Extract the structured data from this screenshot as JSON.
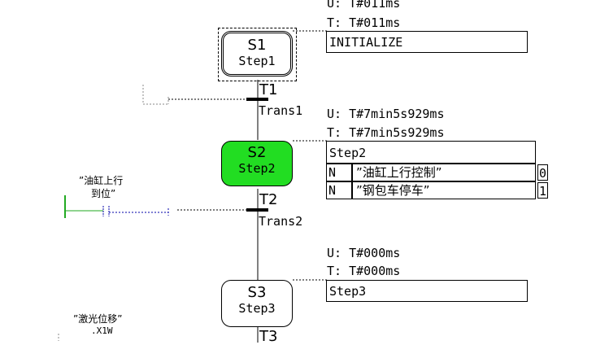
{
  "steps": [
    {
      "name": "S1",
      "label": "Step1",
      "times": {
        "u": "U: T#011ms",
        "t": "T: T#011ms"
      },
      "action_title": "INITIALIZE"
    },
    {
      "name": "S2",
      "label": "Step2",
      "times": {
        "u": "U: T#7min5s929ms",
        "t": "T: T#7min5s929ms"
      },
      "action_title": "Step2",
      "actions": [
        {
          "qualifier": "N",
          "name": "”油缸上行控制”",
          "value": "0"
        },
        {
          "qualifier": "N",
          "name": "”钢包车停车”",
          "value": "1"
        }
      ]
    },
    {
      "name": "S3",
      "label": "Step3",
      "times": {
        "u": "U: T#000ms",
        "t": "T: T#000ms"
      },
      "action_title": "Step3"
    }
  ],
  "transitions": [
    {
      "name": "T1",
      "label": "Trans1"
    },
    {
      "name": "T2",
      "label": "Trans2",
      "condition": {
        "line1": "”油缸上行",
        "line2": "到位”"
      }
    },
    {
      "name": "T3",
      "condition": {
        "line1": "”激光位移”",
        "line2": ".X1W"
      }
    }
  ],
  "colors": {
    "active_step": "#22dd22",
    "contact_line": "#22aa22",
    "link_line": "#0000aa"
  }
}
